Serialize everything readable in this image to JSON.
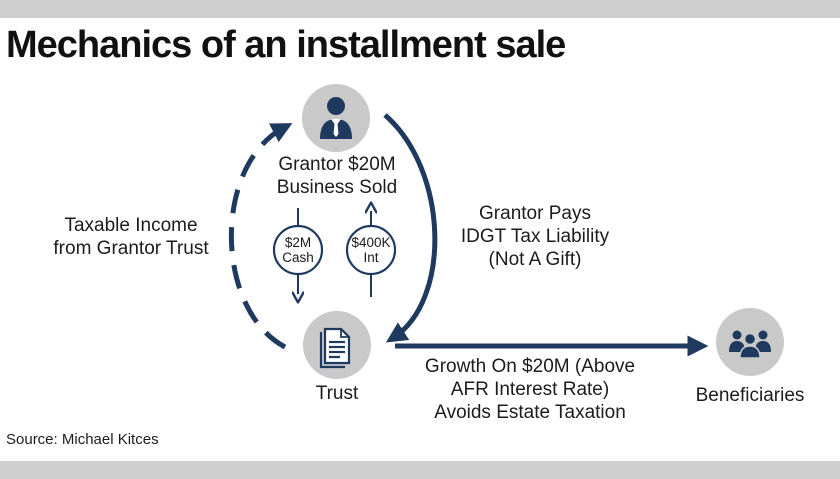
{
  "title": "Mechanics of an installment sale",
  "grantor_label": [
    "Grantor $20M",
    "Business Sold"
  ],
  "trust_label": "Trust",
  "beneficiaries_label": "Beneficiaries",
  "taxable_income_label": [
    "Taxable Income",
    "from Grantor Trust"
  ],
  "grantor_pays_label": [
    "Grantor Pays",
    "IDGT Tax Liability",
    "(Not A Gift)"
  ],
  "growth_label": [
    "Growth On $20M (Above",
    "AFR Interest Rate)",
    "Avoids Estate Taxation"
  ],
  "cash_badge": [
    "$2M",
    "Cash"
  ],
  "interest_badge": [
    "$400K",
    "Int"
  ],
  "source": "Source: Michael Kitces",
  "icons": {
    "grantor": "person-in-suit-icon",
    "trust": "document-icon",
    "beneficiaries": "group-of-people-icon"
  },
  "colors": {
    "navy": "#1f3a5f",
    "icon_circle": "#c9c9c9",
    "band": "#cfcfcf",
    "text": "#1a1a1a"
  }
}
